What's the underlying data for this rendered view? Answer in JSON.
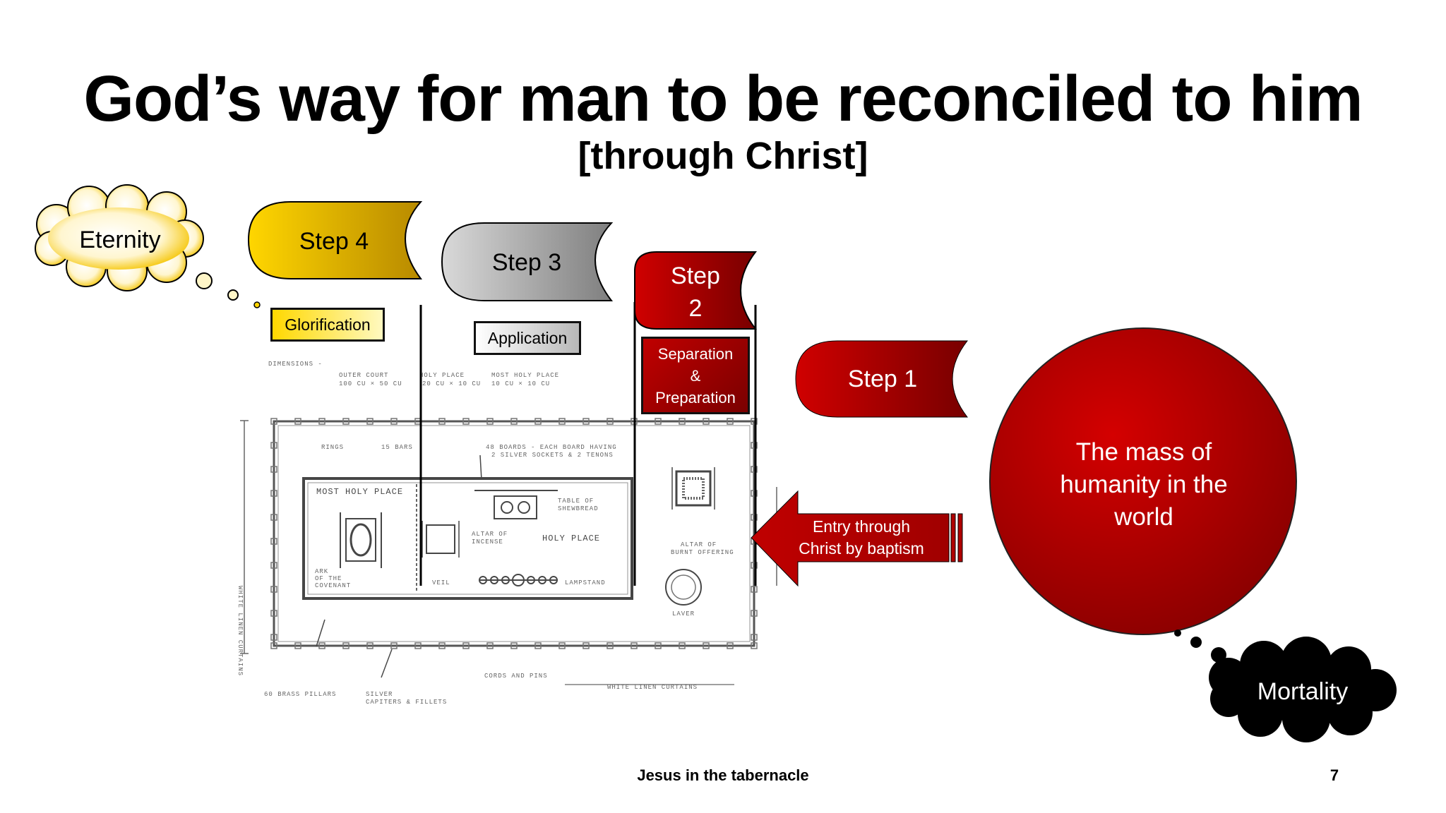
{
  "slide": {
    "title": "God’s way for man to be reconciled to him",
    "subtitle": "[through Christ]",
    "footer_center": "Jesus in the tabernacle",
    "page_number": "7"
  },
  "clouds": {
    "eternity": "Eternity",
    "mortality": "Mortality"
  },
  "steps": [
    {
      "label": "Step 4",
      "color": "#f2c200"
    },
    {
      "label": "Step 3",
      "color": "#a8a8a8"
    },
    {
      "label_line1": "Step",
      "label_line2": "2",
      "color": "#b00000"
    },
    {
      "label": "Step 1",
      "color": "#b00000"
    }
  ],
  "stage_labels": {
    "glorification": "Glorification",
    "application": "Application",
    "separation_line1": "Separation",
    "separation_line2": "&",
    "separation_line3": "Preparation"
  },
  "humanity": {
    "line1": "The mass of",
    "line2": "humanity in the",
    "line3": "world"
  },
  "entry_arrow": {
    "line1": "Entry through",
    "line2": "Christ by baptism"
  },
  "blueprint": {
    "dimensions": "DIMENSIONS -",
    "outer_court": "OUTER COURT",
    "outer_court_dim": "100 CU × 50 CU",
    "holy_place_hdr": "HOLY PLACE",
    "holy_place_dim": "20 CU × 10 CU",
    "most_holy_hdr": "MOST HOLY PLACE",
    "most_holy_dim": "10 CU × 10 CU",
    "rings": "RINGS",
    "bars": "15 BARS",
    "boards_line1": "48 BOARDS - EACH BOARD HAVING",
    "boards_line2": "2 SILVER SOCKETS & 2 TENONS",
    "most_holy_place": "MOST HOLY PLACE",
    "table_line1": "TABLE OF",
    "table_line2": "SHEWBREAD",
    "altar_incense_line1": "ALTAR OF",
    "altar_incense_line2": "INCENSE",
    "holy_place": "HOLY PLACE",
    "ark_line1": "ARK",
    "ark_line2": "OF THE",
    "ark_line3": "COVENANT",
    "veil": "VEIL",
    "lampstand": "LAMPSTAND",
    "burnt_line1": "ALTAR OF",
    "burnt_line2": "BURNT OFFERING",
    "laver": "LAVER",
    "side_curtains": "WHITE LINEN CURTAINS",
    "cords": "CORDS AND PINS",
    "bottom_curtains": "WHITE LINEN CURTAINS",
    "pillars": "60 BRASS PILLARS",
    "capiters_line1": "SILVER",
    "capiters_line2": "CAPITERS & FILLETS"
  }
}
